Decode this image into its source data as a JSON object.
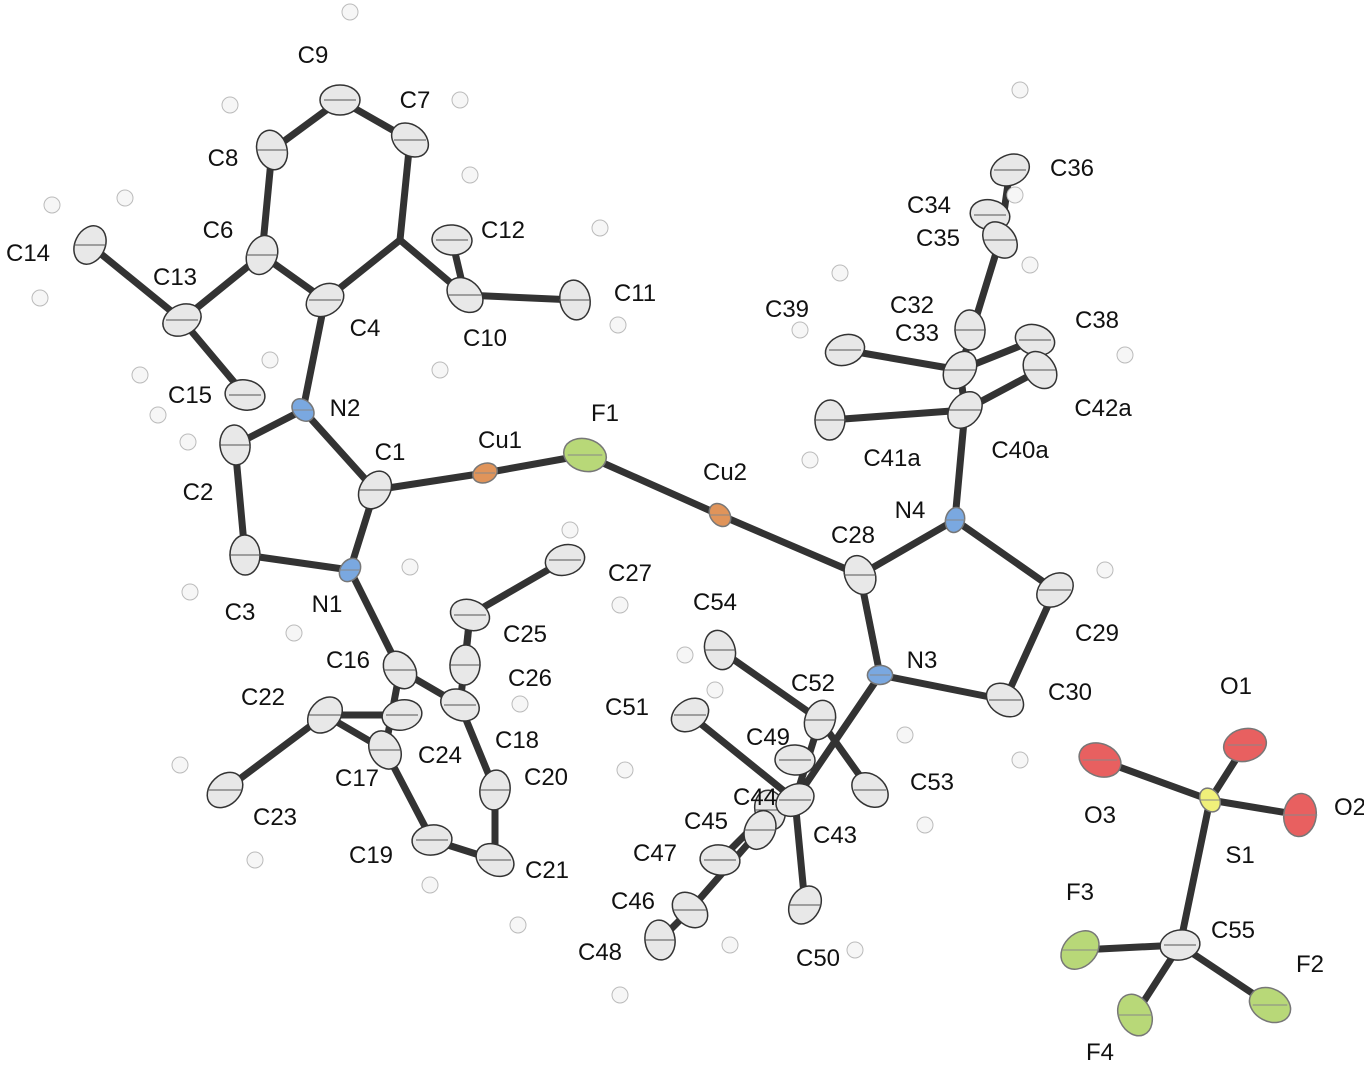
{
  "figure": {
    "type": "ORTEP crystal structure",
    "colors": {
      "C": "#e8e8e8",
      "N": "#7aa8e0",
      "Cu": "#e0945a",
      "F": "#b8d878",
      "O": "#e86060",
      "S": "#f0f07a",
      "bond": "#333333"
    },
    "atoms": [
      {
        "label": "C9",
        "element": "C"
      },
      {
        "label": "C7",
        "element": "C"
      },
      {
        "label": "C8",
        "element": "C"
      },
      {
        "label": "C6",
        "element": "C"
      },
      {
        "label": "C4",
        "element": "C"
      },
      {
        "label": "C12",
        "element": "C"
      },
      {
        "label": "C10",
        "element": "C"
      },
      {
        "label": "C11",
        "element": "C"
      },
      {
        "label": "C14",
        "element": "C"
      },
      {
        "label": "C13",
        "element": "C"
      },
      {
        "label": "C15",
        "element": "C"
      },
      {
        "label": "N2",
        "element": "N"
      },
      {
        "label": "C2",
        "element": "C"
      },
      {
        "label": "C1",
        "element": "C"
      },
      {
        "label": "Cu1",
        "element": "Cu"
      },
      {
        "label": "F1",
        "element": "F"
      },
      {
        "label": "Cu2",
        "element": "Cu"
      },
      {
        "label": "C3",
        "element": "C"
      },
      {
        "label": "N1",
        "element": "N"
      },
      {
        "label": "C27",
        "element": "C"
      },
      {
        "label": "C25",
        "element": "C"
      },
      {
        "label": "C16",
        "element": "C"
      },
      {
        "label": "C26",
        "element": "C"
      },
      {
        "label": "C22",
        "element": "C"
      },
      {
        "label": "C24",
        "element": "C"
      },
      {
        "label": "C18",
        "element": "C"
      },
      {
        "label": "C17",
        "element": "C"
      },
      {
        "label": "C20",
        "element": "C"
      },
      {
        "label": "C23",
        "element": "C"
      },
      {
        "label": "C19",
        "element": "C"
      },
      {
        "label": "C21",
        "element": "C"
      },
      {
        "label": "C28",
        "element": "C"
      },
      {
        "label": "N4",
        "element": "N"
      },
      {
        "label": "C29",
        "element": "C"
      },
      {
        "label": "N3",
        "element": "N"
      },
      {
        "label": "C30",
        "element": "C"
      },
      {
        "label": "C54",
        "element": "C"
      },
      {
        "label": "C52",
        "element": "C"
      },
      {
        "label": "C51",
        "element": "C"
      },
      {
        "label": "C49",
        "element": "C"
      },
      {
        "label": "C53",
        "element": "C"
      },
      {
        "label": "C44",
        "element": "C"
      },
      {
        "label": "C45",
        "element": "C"
      },
      {
        "label": "C43",
        "element": "C"
      },
      {
        "label": "C47",
        "element": "C"
      },
      {
        "label": "C46",
        "element": "C"
      },
      {
        "label": "C48",
        "element": "C"
      },
      {
        "label": "C50",
        "element": "C"
      },
      {
        "label": "C36",
        "element": "C"
      },
      {
        "label": "C34",
        "element": "C"
      },
      {
        "label": "C35",
        "element": "C"
      },
      {
        "label": "C32",
        "element": "C"
      },
      {
        "label": "C33",
        "element": "C"
      },
      {
        "label": "C39",
        "element": "C"
      },
      {
        "label": "C38",
        "element": "C"
      },
      {
        "label": "C42a",
        "element": "C"
      },
      {
        "label": "C41a",
        "element": "C"
      },
      {
        "label": "C40a",
        "element": "C"
      },
      {
        "label": "O1",
        "element": "O"
      },
      {
        "label": "O3",
        "element": "O"
      },
      {
        "label": "S1",
        "element": "S"
      },
      {
        "label": "O2",
        "element": "O"
      },
      {
        "label": "F3",
        "element": "F"
      },
      {
        "label": "C55",
        "element": "C"
      },
      {
        "label": "F2",
        "element": "F"
      },
      {
        "label": "F4",
        "element": "F"
      }
    ]
  }
}
